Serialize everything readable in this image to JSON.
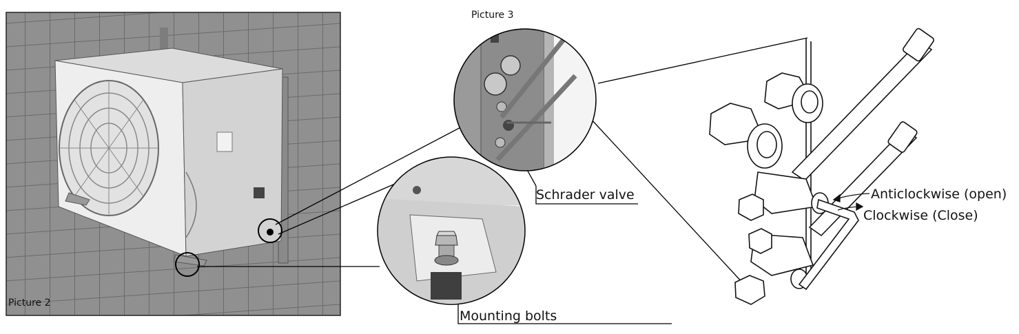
{
  "picture2": {
    "caption": "Picture 2"
  },
  "picture3": {
    "caption": "Picture 3"
  },
  "callouts": {
    "schrader": "Schrader valve",
    "mounting": "Mounting bolts",
    "anticlockwise": "Anticlockwise (open)",
    "clockwise": "Clockwise (Close)"
  },
  "colors": {
    "photo_background": "#8f8f8f",
    "wall_tile_line": "#6e6e6e",
    "unit_body": "#e9e9e9",
    "outline": "#1a1a1a"
  }
}
